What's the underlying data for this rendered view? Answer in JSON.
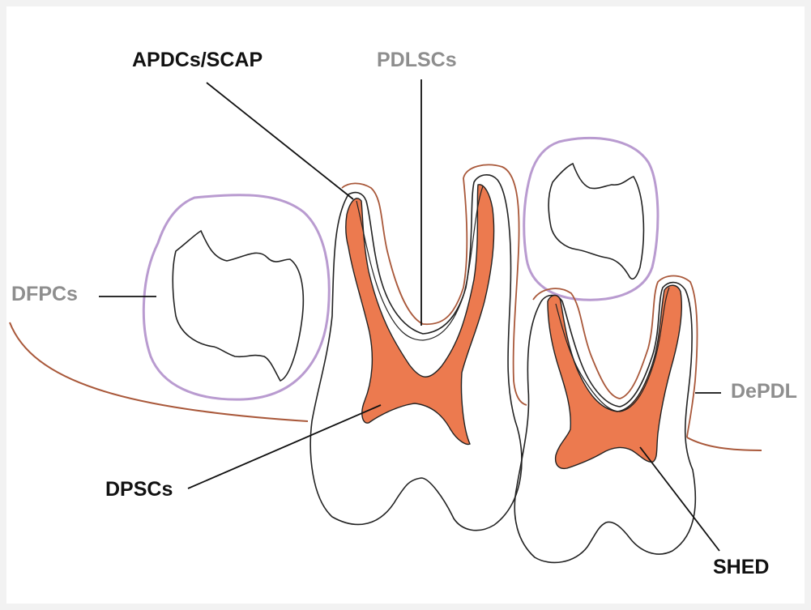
{
  "labels": {
    "apdcs_scap": "APDCs/SCAP",
    "pdlscs": "PDLSCs",
    "dfpcs": "DFPCs",
    "depdl": "DePDL",
    "dpscs": "DPSCs",
    "shed": "SHED"
  },
  "colors": {
    "pulp": "#ec7a4f",
    "gingiva": "#a9583a",
    "follicle": "#b99bd0",
    "outline": "#222222",
    "dark_label": "#111111",
    "grey_label": "#8e8e8e"
  }
}
